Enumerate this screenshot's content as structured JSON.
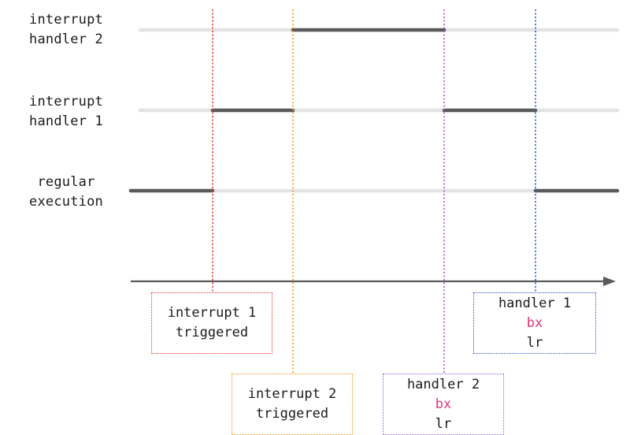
{
  "lanes": [
    {
      "id": "handler2",
      "label_line1": "interrupt",
      "label_line2": "handler 2"
    },
    {
      "id": "handler1",
      "label_line1": "interrupt",
      "label_line2": "handler 1"
    },
    {
      "id": "regular",
      "label_line1": "regular",
      "label_line2": "execution"
    }
  ],
  "events": [
    {
      "id": "interrupt-1-triggered",
      "line1": "interrupt 1",
      "line2": "triggered",
      "color": "#e8322b"
    },
    {
      "id": "interrupt-2-triggered",
      "line1": "interrupt 2",
      "line2": "triggered",
      "color": "#f39c12"
    },
    {
      "id": "handler-2-return",
      "line1": "handler 2",
      "line2_keyword": "bx",
      "line2_rest": "lr",
      "color": "#9b59d6"
    },
    {
      "id": "handler-1-return",
      "line1": "handler 1",
      "line2_keyword": "bx",
      "line2_rest": "lr",
      "color": "#2c4fe0"
    }
  ],
  "colors": {
    "track": "#e3e3e3",
    "active": "#5a5a5a",
    "axis": "#5a5a5a",
    "keyword": "#e0347a"
  },
  "icons": {
    "axis_arrow": "arrow-right-icon"
  }
}
